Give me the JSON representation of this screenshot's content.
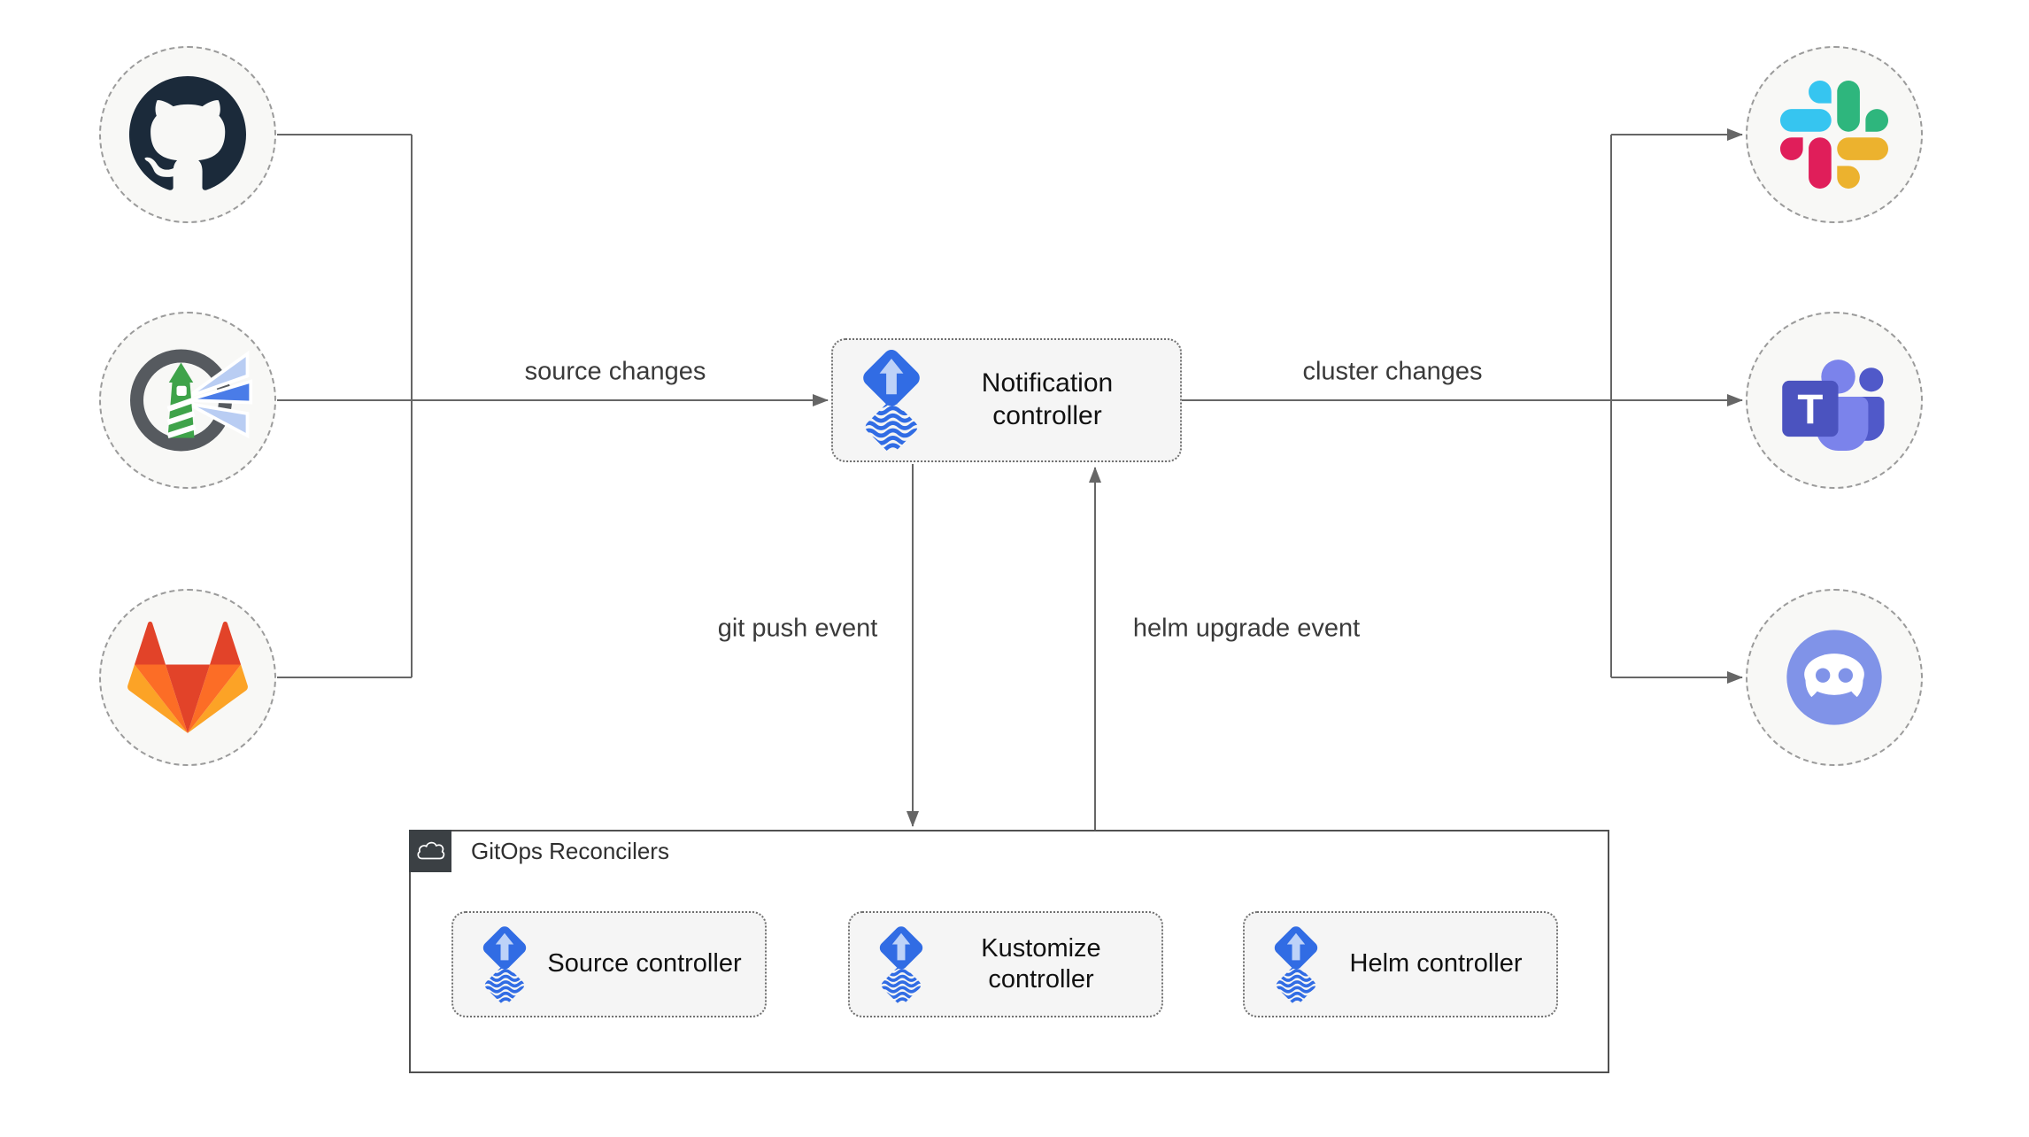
{
  "nodes": {
    "notification": {
      "label": "Notification controller",
      "icon": "flux-icon"
    },
    "source": {
      "label": "Source controller",
      "icon": "flux-icon"
    },
    "kustomize": {
      "label": "Kustomize controller",
      "icon": "flux-icon"
    },
    "helm": {
      "label": "Helm controller",
      "icon": "flux-icon"
    }
  },
  "container": {
    "title": "GitOps Reconcilers",
    "badge_icon": "cloud-icon"
  },
  "edges": {
    "source_changes": "source changes",
    "cluster_changes": "cluster changes",
    "git_push_event": "git push event",
    "helm_upgrade_event": "helm upgrade event"
  },
  "sources": [
    {
      "icon": "github-icon"
    },
    {
      "icon": "harbor-icon"
    },
    {
      "icon": "gitlab-icon"
    }
  ],
  "targets": [
    {
      "icon": "slack-icon"
    },
    {
      "icon": "teams-icon",
      "monogram": "T"
    },
    {
      "icon": "discord-icon"
    }
  ],
  "colors": {
    "flux_blue": "#316ce4",
    "flux_arrow_light": "#bdd2f8",
    "arrow_gray": "#666666",
    "node_fill": "#f5f5f5",
    "node_border": "#6f6f6f",
    "circle_fill": "#f8f8f6",
    "circle_border": "#9b9b9b",
    "container_border": "#505050",
    "badge_dark": "#3b4044",
    "github_dark": "#1b2a3a",
    "harbor_gray": "#565a5f",
    "harbor_green": "#3fa34a",
    "harbor_beam_light": "#b9cdf3",
    "harbor_beam_bright": "#4a7ce8",
    "gitlab_red": "#e24329",
    "gitlab_orange": "#fc6d26",
    "gitlab_light_orange": "#fca326",
    "slack_blue": "#36c5f0",
    "slack_green": "#2eb67d",
    "slack_yellow": "#ecb22e",
    "slack_red": "#e01e5a",
    "teams_square": "#4b53bf",
    "teams_light": "#7b83eb",
    "teams_mid": "#5059c9",
    "discord_blurple": "#8093e8"
  }
}
